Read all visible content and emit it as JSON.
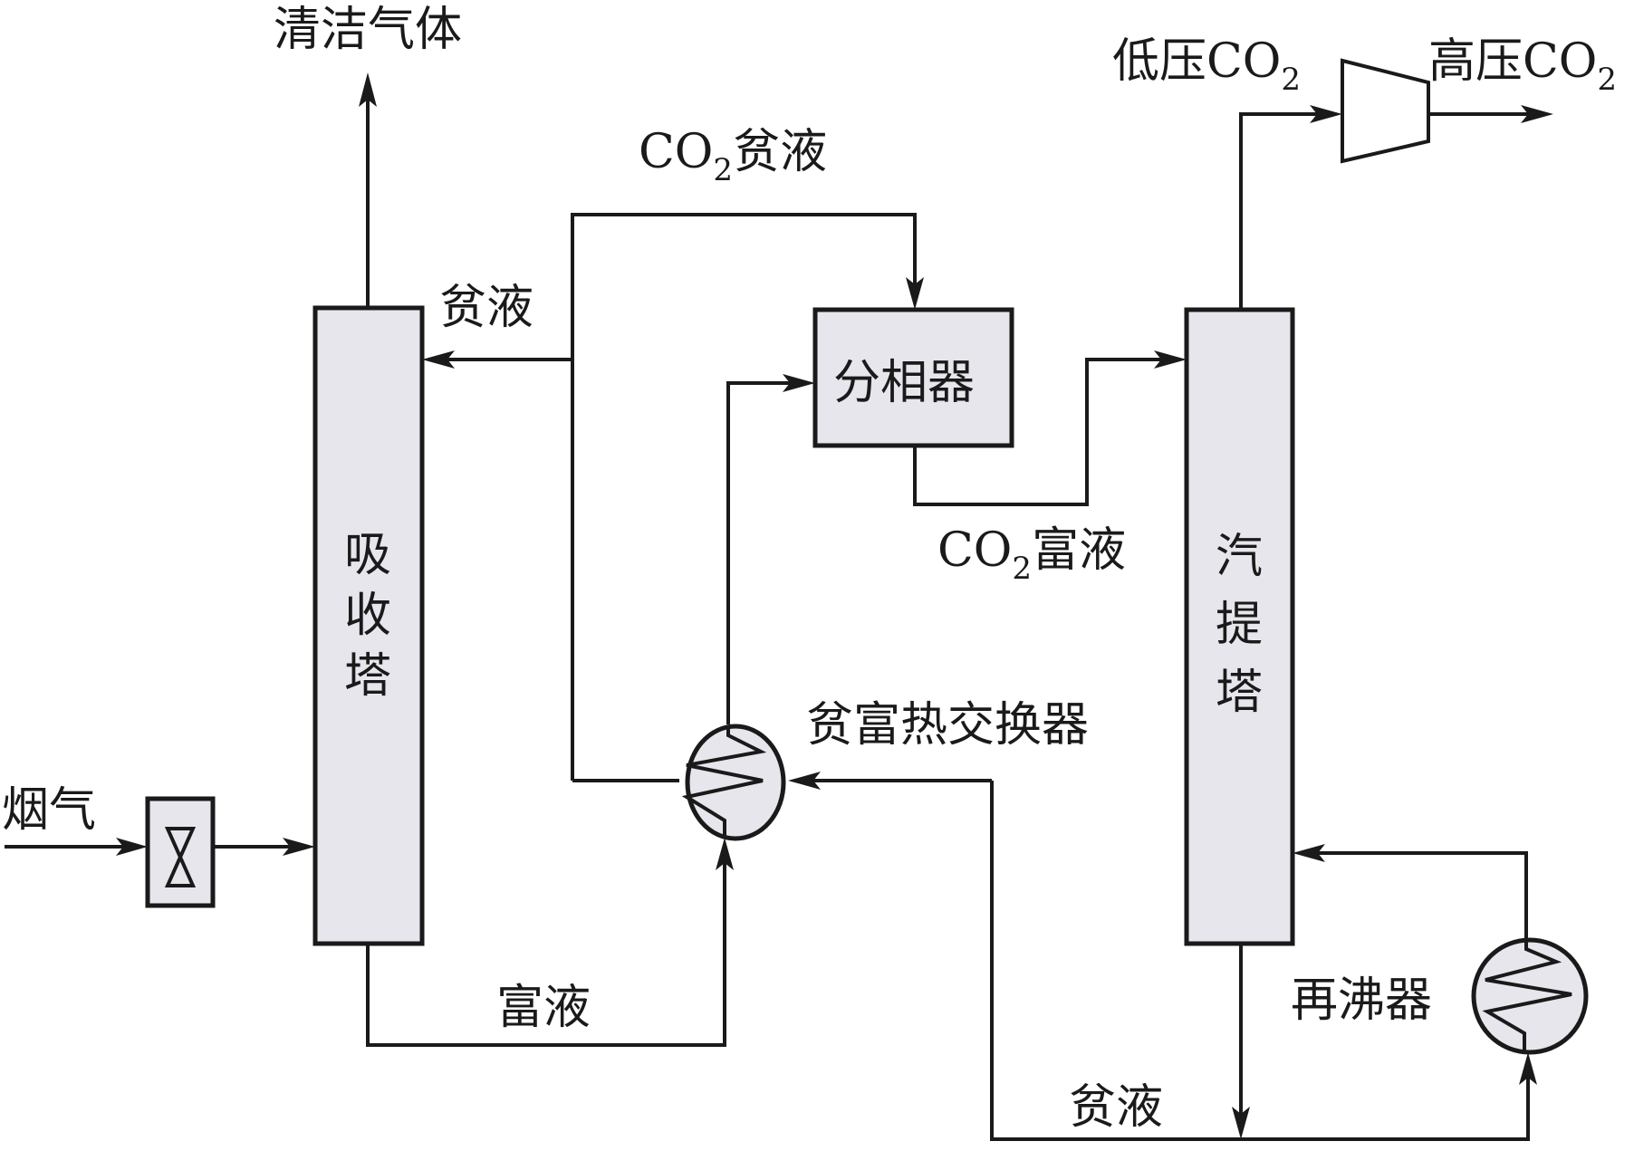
{
  "diagram": {
    "title": "CO2 capture process with phase separator",
    "colors": {
      "equipment_fill": "#e6e6ec",
      "stroke": "#1a1a1a",
      "background": "#ffffff"
    },
    "equipment": {
      "absorber": {
        "label_chars": [
          "吸",
          "收",
          "塔"
        ],
        "label": "吸收塔"
      },
      "stripper": {
        "label_chars": [
          "汽",
          "提",
          "塔"
        ],
        "label": "汽提塔"
      },
      "separator": {
        "label": "分相器"
      },
      "heat_exchanger": {
        "label": "贫富热交换器"
      },
      "reboiler": {
        "label": "再沸器"
      },
      "compressor": {
        "label": ""
      },
      "blower": {
        "label": ""
      }
    },
    "streams": {
      "flue_gas": "烟气",
      "clean_gas": "清洁气体",
      "lean_solvent_top": "贫液",
      "co2_lean": {
        "prefix": "CO",
        "sub": "2",
        "suffix": "贫液"
      },
      "co2_rich": {
        "prefix": "CO",
        "sub": "2",
        "suffix": "富液"
      },
      "rich_solvent": "富液",
      "lean_solvent_bottom": "贫液",
      "low_pressure_co2": {
        "prefix": "低压CO",
        "sub": "2"
      },
      "high_pressure_co2": {
        "prefix": "高压CO",
        "sub": "2"
      }
    }
  }
}
